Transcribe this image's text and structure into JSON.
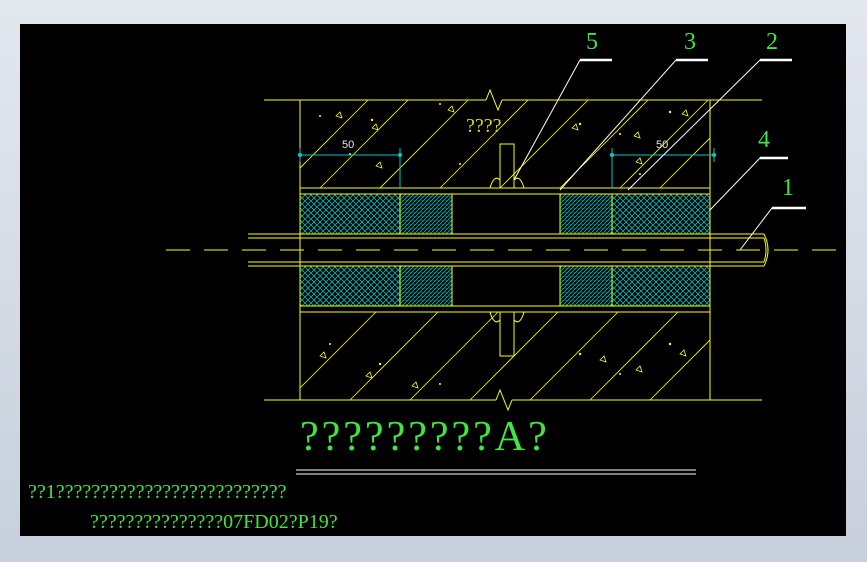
{
  "drawing": {
    "callouts": [
      "5",
      "3",
      "2",
      "4",
      "1"
    ],
    "dimension_left": "50",
    "dimension_right": "50",
    "wall_label": "????",
    "title": "?????????A?",
    "note_line1": "??1??????????????????????????",
    "note_line2": "???????????????07FD02?P19?",
    "colors": {
      "background": "#000000",
      "wall_outline": "#ffff00",
      "hatch": "#00c8c8",
      "callout_text": "#3ee63e",
      "dimension": "#00c8c8"
    }
  }
}
